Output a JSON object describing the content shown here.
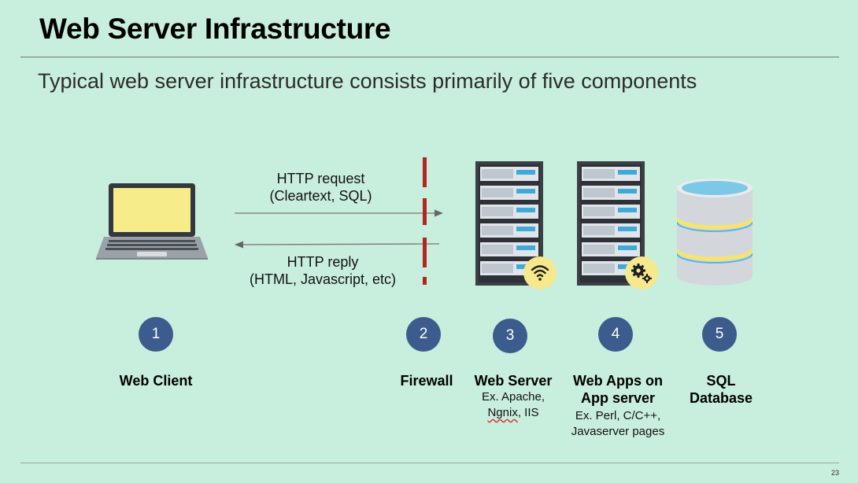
{
  "slide": {
    "title": "Web Server Infrastructure",
    "subtitle": "Typical web server infrastructure consists primarily of five components",
    "page_number": "23"
  },
  "arrows": {
    "request": {
      "line1": "HTTP request",
      "line2": "(Cleartext, SQL)"
    },
    "reply": {
      "line1": "HTTP reply",
      "line2": "(HTML, Javascript, etc)"
    }
  },
  "components": [
    {
      "number": "1",
      "label": "Web Client",
      "icon": "laptop-icon"
    },
    {
      "number": "2",
      "label": "Firewall",
      "icon": "firewall-icon"
    },
    {
      "number": "3",
      "label": "Web Server",
      "note_line1": "Ex. Apache,",
      "note_line2_a": "Ngnix",
      "note_line2_b": ", IIS",
      "icon": "server-rack-wifi-icon"
    },
    {
      "number": "4",
      "label_line1": "Web Apps on",
      "label_line2": "App server",
      "note_line1": "Ex. Perl, C/C++,",
      "note_line2": "Javaserver pages",
      "icon": "server-rack-gears-icon"
    },
    {
      "number": "5",
      "label_line1": "SQL",
      "label_line2": "Database",
      "icon": "database-icon"
    }
  ],
  "colors": {
    "background": "#c8eedd",
    "badge": "#3c5c8e",
    "firewall": "#b5251f",
    "rack": "#3b4046",
    "rack_panel": "#dfe5ea",
    "rack_led": "#3fa9d8",
    "overlay_badge": "#f6e88c",
    "laptop_screen": "#f7ec8a",
    "db_top": "#7cc8e6",
    "db_band": "#f3e56f",
    "db_body": "#d3d7dc"
  }
}
